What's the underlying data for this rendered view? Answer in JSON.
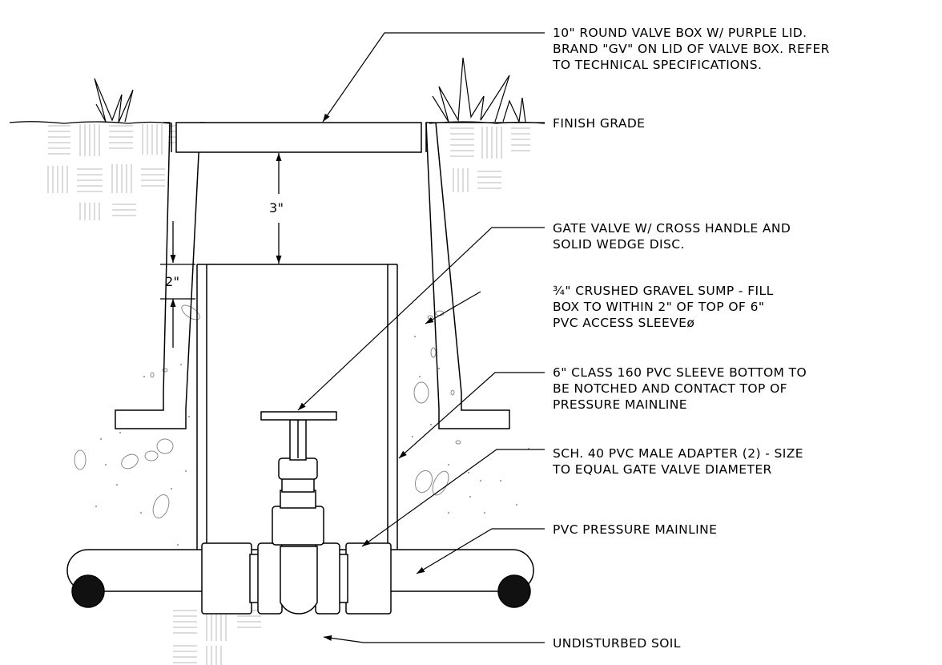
{
  "callouts": {
    "valve_box_1": "10\" ROUND VALVE BOX W/ PURPLE LID.",
    "valve_box_2": "BRAND \"GV\" ON LID OF VALVE BOX.  REFER",
    "valve_box_3": "TO TECHNICAL SPECIFICATIONS.",
    "finish_grade": "FINISH GRADE",
    "gate_valve_1": "GATE VALVE W/ CROSS HANDLE AND",
    "gate_valve_2": "SOLID WEDGE DISC.",
    "gravel_1": "¾\" CRUSHED GRAVEL SUMP - FILL",
    "gravel_2": "BOX TO WITHIN 2\" OF TOP OF 6\"",
    "gravel_3": "PVC ACCESS SLEEVEø",
    "sleeve_1": "6\" CLASS 160 PVC SLEEVE BOTTOM TO",
    "sleeve_2": "BE NOTCHED AND CONTACT TOP OF",
    "sleeve_3": "PRESSURE MAINLINE",
    "adapter_1": "SCH. 40 PVC MALE ADAPTER (2) - SIZE",
    "adapter_2": "TO EQUAL GATE VALVE DIAMETER",
    "mainline": "PVC PRESSURE MAINLINE",
    "soil": "UNDISTURBED SOIL"
  },
  "dimensions": {
    "lid_clearance": "3\"",
    "gravel_gap": "2\""
  },
  "colors": {
    "line": "#000000",
    "hatch": "#b8b8b8",
    "gravel": "#8a8a8a"
  }
}
